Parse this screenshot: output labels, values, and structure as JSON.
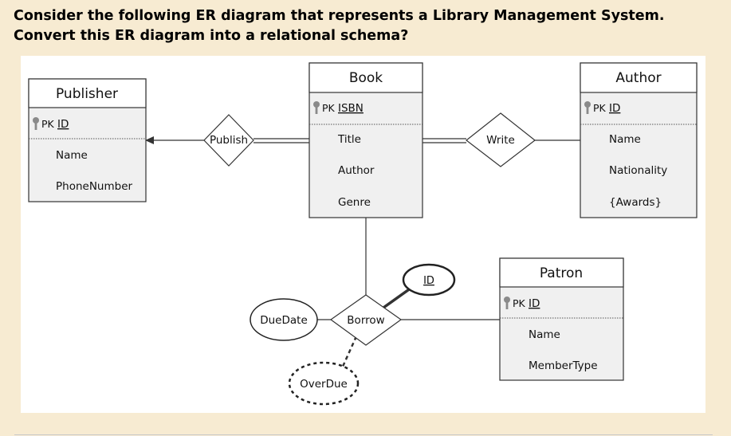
{
  "question": {
    "line1": "Consider the following ER diagram that represents a Library Management System.",
    "line2": "Convert this ER diagram into a relational schema?"
  },
  "colors": {
    "page_background": "#f7ebd2",
    "canvas_background": "#ffffff",
    "entity_header": "#ffffff",
    "entity_body": "#f0f0f0",
    "line": "#333333",
    "key_icon": "#8a8a8a"
  },
  "entities": {
    "publisher": {
      "name": "Publisher",
      "pk_prefix": "PK",
      "pk": "ID",
      "attrs": [
        "Name",
        "PhoneNumber"
      ]
    },
    "book": {
      "name": "Book",
      "pk_prefix": "PK",
      "pk": "ISBN",
      "attrs": [
        "Title",
        "Author",
        "Genre"
      ]
    },
    "author": {
      "name": "Author",
      "pk_prefix": "PK",
      "pk": "ID",
      "attrs": [
        "Name",
        "Nationality",
        "{Awards}"
      ]
    },
    "patron": {
      "name": "Patron",
      "pk_prefix": "PK",
      "pk": "ID",
      "attrs": [
        "Name",
        "MemberType"
      ]
    }
  },
  "relationships": {
    "publish": "Publish",
    "write": "Write",
    "borrow": "Borrow"
  },
  "relationship_attributes": {
    "id": "ID",
    "due_date": "DueDate",
    "over_due": "OverDue"
  }
}
